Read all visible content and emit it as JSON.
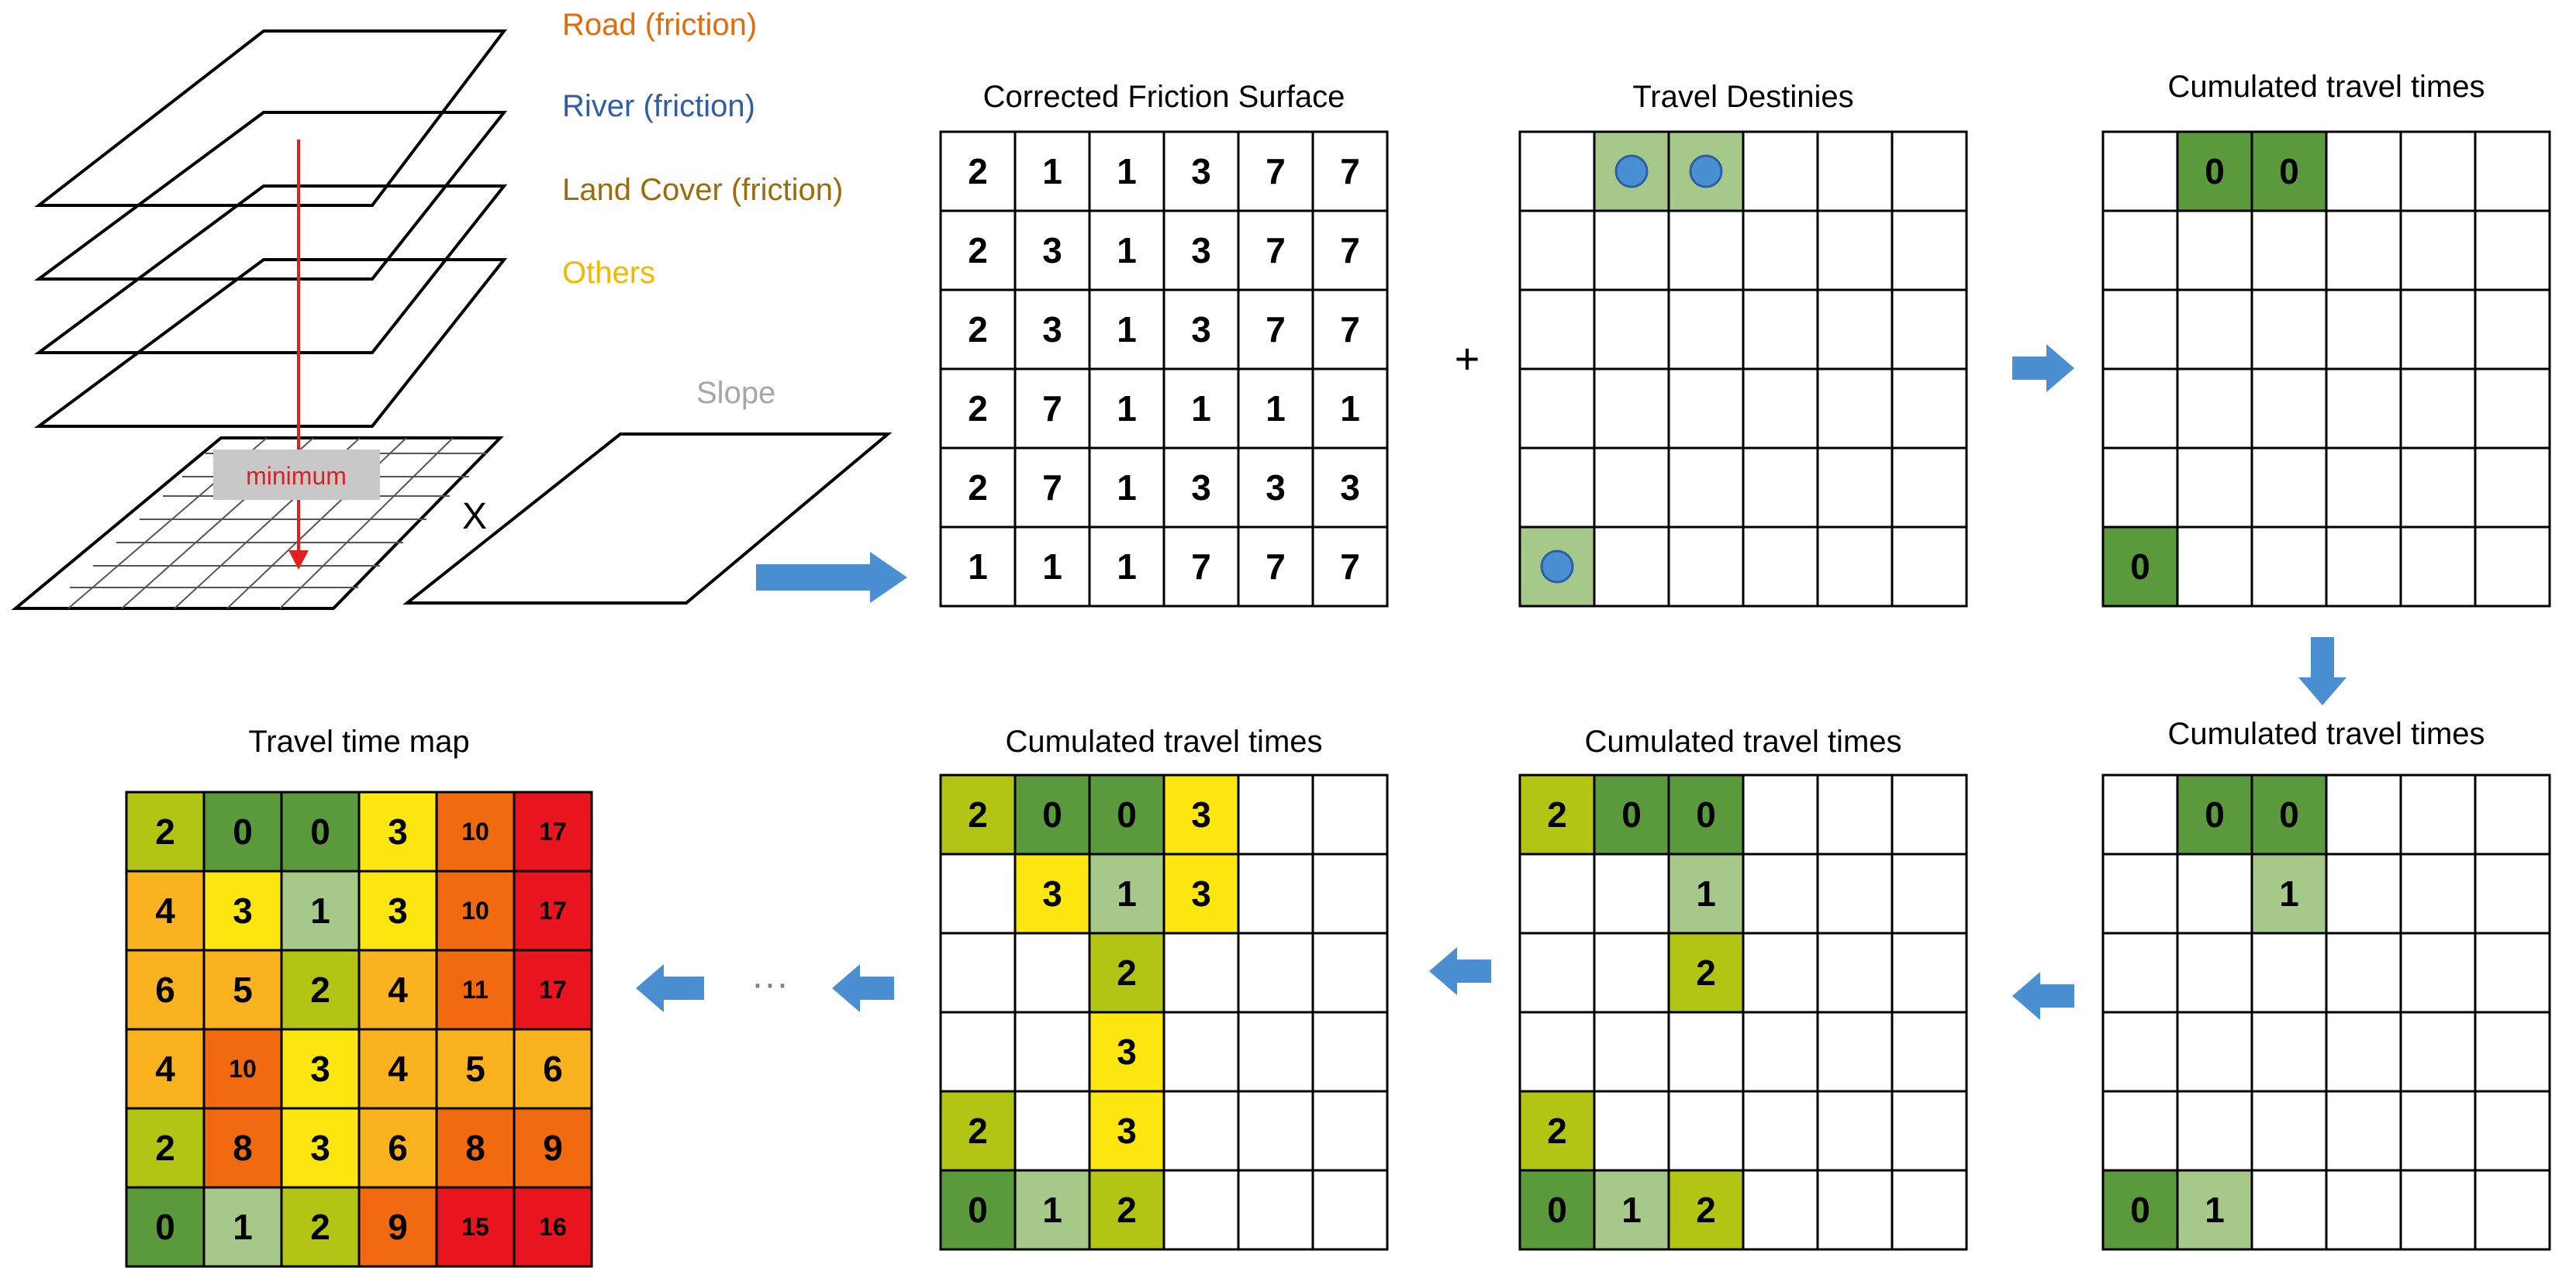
{
  "layers": {
    "road": {
      "label": "Road (friction)",
      "color": "#e26b0a"
    },
    "river": {
      "label": "River (friction)",
      "color": "#2e5ea8"
    },
    "land_cover": {
      "label": "Land Cover (friction)",
      "color": "#9c6b0a"
    },
    "others": {
      "label": "Others",
      "color": "#f5b800"
    },
    "minimum": {
      "label": "minimum",
      "color": "#e02020"
    },
    "slope": {
      "label": "Slope",
      "color": "#a6a6a6"
    },
    "multiply": "X"
  },
  "operators": {
    "plus": "+",
    "ellipsis": "···"
  },
  "colors": {
    "arrow": "#4a8fd1",
    "0": "#5b9a3c",
    "1": "#a6c98a",
    "2": "#b2c414",
    "3": "#fbe60f",
    "4": "#fbb21f",
    "5": "#fbb21f",
    "6": "#fbb21f",
    "8": "#f26a10",
    "9": "#f26a10",
    "10": "#f26a10",
    "11": "#f26a10",
    "15": "#e8141e",
    "16": "#e8141e",
    "17": "#e8141e",
    "dest": "#a6c98a",
    "dot": "#4a8fd1"
  },
  "grids": [
    {
      "id": "corrected-friction",
      "title": "Corrected Friction Surface",
      "colored": false,
      "cells": [
        [
          2,
          1,
          1,
          3,
          7,
          7
        ],
        [
          2,
          3,
          1,
          3,
          7,
          7
        ],
        [
          2,
          3,
          1,
          3,
          7,
          7
        ],
        [
          2,
          7,
          1,
          1,
          1,
          1
        ],
        [
          2,
          7,
          1,
          3,
          3,
          3
        ],
        [
          1,
          1,
          1,
          7,
          7,
          7
        ]
      ]
    },
    {
      "id": "travel-destinies",
      "title": "Travel Destinies",
      "dots": true,
      "cells": [
        [
          null,
          "o",
          "o",
          null,
          null,
          null
        ],
        [
          null,
          null,
          null,
          null,
          null,
          null
        ],
        [
          null,
          null,
          null,
          null,
          null,
          null
        ],
        [
          null,
          null,
          null,
          null,
          null,
          null
        ],
        [
          null,
          null,
          null,
          null,
          null,
          null
        ],
        [
          "o",
          null,
          null,
          null,
          null,
          null
        ]
      ]
    },
    {
      "id": "cumulated-1",
      "title": "Cumulated travel times",
      "colored": true,
      "cells": [
        [
          null,
          0,
          0,
          null,
          null,
          null
        ],
        [
          null,
          null,
          null,
          null,
          null,
          null
        ],
        [
          null,
          null,
          null,
          null,
          null,
          null
        ],
        [
          null,
          null,
          null,
          null,
          null,
          null
        ],
        [
          null,
          null,
          null,
          null,
          null,
          null
        ],
        [
          0,
          null,
          null,
          null,
          null,
          null
        ]
      ]
    },
    {
      "id": "cumulated-2",
      "title": "Cumulated travel times",
      "colored": true,
      "cells": [
        [
          null,
          0,
          0,
          null,
          null,
          null
        ],
        [
          null,
          null,
          1,
          null,
          null,
          null
        ],
        [
          null,
          null,
          null,
          null,
          null,
          null
        ],
        [
          null,
          null,
          null,
          null,
          null,
          null
        ],
        [
          null,
          null,
          null,
          null,
          null,
          null
        ],
        [
          0,
          1,
          null,
          null,
          null,
          null
        ]
      ]
    },
    {
      "id": "cumulated-3",
      "title": "Cumulated travel times",
      "colored": true,
      "cells": [
        [
          2,
          0,
          0,
          null,
          null,
          null
        ],
        [
          null,
          null,
          1,
          null,
          null,
          null
        ],
        [
          null,
          null,
          2,
          null,
          null,
          null
        ],
        [
          null,
          null,
          null,
          null,
          null,
          null
        ],
        [
          2,
          null,
          null,
          null,
          null,
          null
        ],
        [
          0,
          1,
          2,
          null,
          null,
          null
        ]
      ]
    },
    {
      "id": "cumulated-4",
      "title": "Cumulated travel times",
      "colored": true,
      "cells": [
        [
          2,
          0,
          0,
          3,
          null,
          null
        ],
        [
          null,
          3,
          1,
          3,
          null,
          null
        ],
        [
          null,
          null,
          2,
          null,
          null,
          null
        ],
        [
          null,
          null,
          3,
          null,
          null,
          null
        ],
        [
          2,
          null,
          3,
          null,
          null,
          null
        ],
        [
          0,
          1,
          2,
          null,
          null,
          null
        ]
      ]
    },
    {
      "id": "travel-time-map",
      "title": "Travel time map",
      "colored": true,
      "cells": [
        [
          2,
          0,
          0,
          3,
          10,
          17
        ],
        [
          4,
          3,
          1,
          3,
          10,
          17
        ],
        [
          6,
          5,
          2,
          4,
          11,
          17
        ],
        [
          4,
          10,
          3,
          4,
          5,
          6
        ],
        [
          2,
          8,
          3,
          6,
          8,
          9
        ],
        [
          0,
          1,
          2,
          9,
          15,
          16
        ]
      ]
    }
  ]
}
